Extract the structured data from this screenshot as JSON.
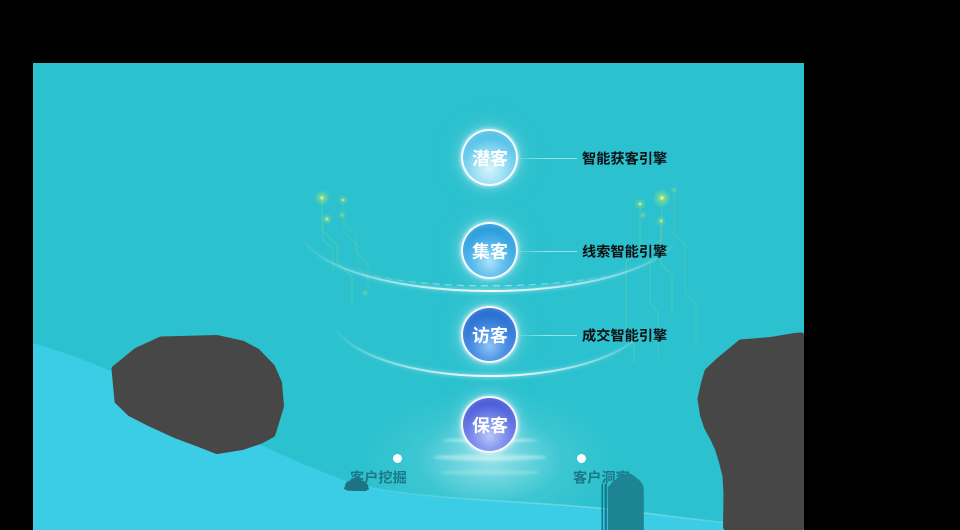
{
  "palette": {
    "outside_background": "#000000",
    "panel_background": "#2bc1ce",
    "wave": "#3bcde6",
    "silhouette_gray": "#474747",
    "dark_teal": "#1c7886",
    "label_text": "#0d1114",
    "circuit_green": "#b6e468",
    "white": "#ffffff"
  },
  "funnel": {
    "stages": [
      {
        "label": "潜客",
        "ball_colors": [
          "#d8f5fd",
          "#7fd7f3",
          "#2fb0e2"
        ]
      },
      {
        "label": "集客",
        "ball_colors": [
          "#bdeafa",
          "#4db7ec",
          "#1690d8"
        ]
      },
      {
        "label": "访客",
        "ball_colors": [
          "#a8d8f8",
          "#3c8ce2",
          "#1c66cc"
        ]
      },
      {
        "label": "保客",
        "ball_colors": [
          "#c2cdfb",
          "#7287ea",
          "#3c4cd2"
        ]
      }
    ],
    "engines": [
      {
        "label": "智能获客引擎"
      },
      {
        "label": "线索智能引擎"
      },
      {
        "label": "成交智能引擎"
      }
    ],
    "bottom_features": [
      {
        "label": "客户挖掘"
      },
      {
        "label": "客户洞察"
      }
    ]
  }
}
